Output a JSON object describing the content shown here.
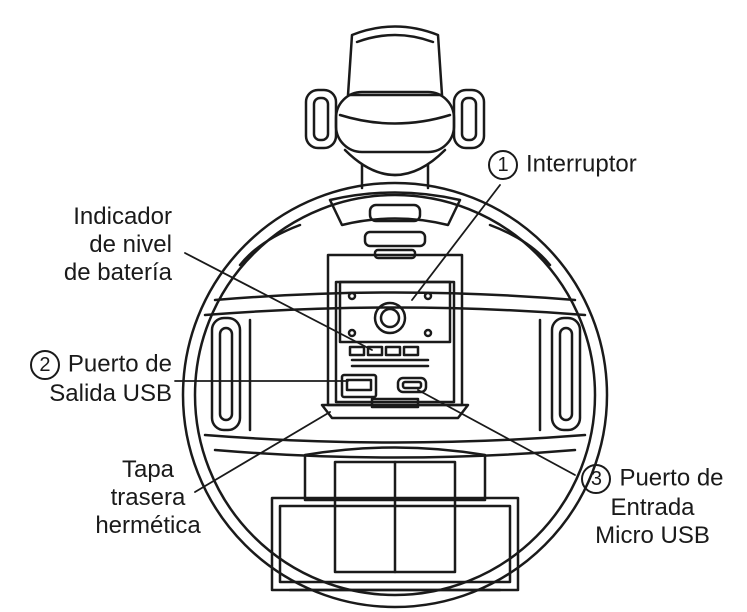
{
  "callouts": {
    "interruptor": {
      "number": "1",
      "label": "Interruptor"
    },
    "indicador": {
      "lines": [
        "Indicador",
        "de nivel",
        "de batería"
      ]
    },
    "salida_usb": {
      "number": "2",
      "line1": "Puerto de",
      "line2": "Salida USB"
    },
    "tapa": {
      "lines": [
        "Tapa",
        "trasera",
        "hermética"
      ]
    },
    "entrada_usb": {
      "number": "3",
      "line1": "Puerto de",
      "line2": "Entrada",
      "line3": "Micro USB"
    }
  },
  "colors": {
    "line": "#1a1a1a",
    "background": "#ffffff"
  }
}
